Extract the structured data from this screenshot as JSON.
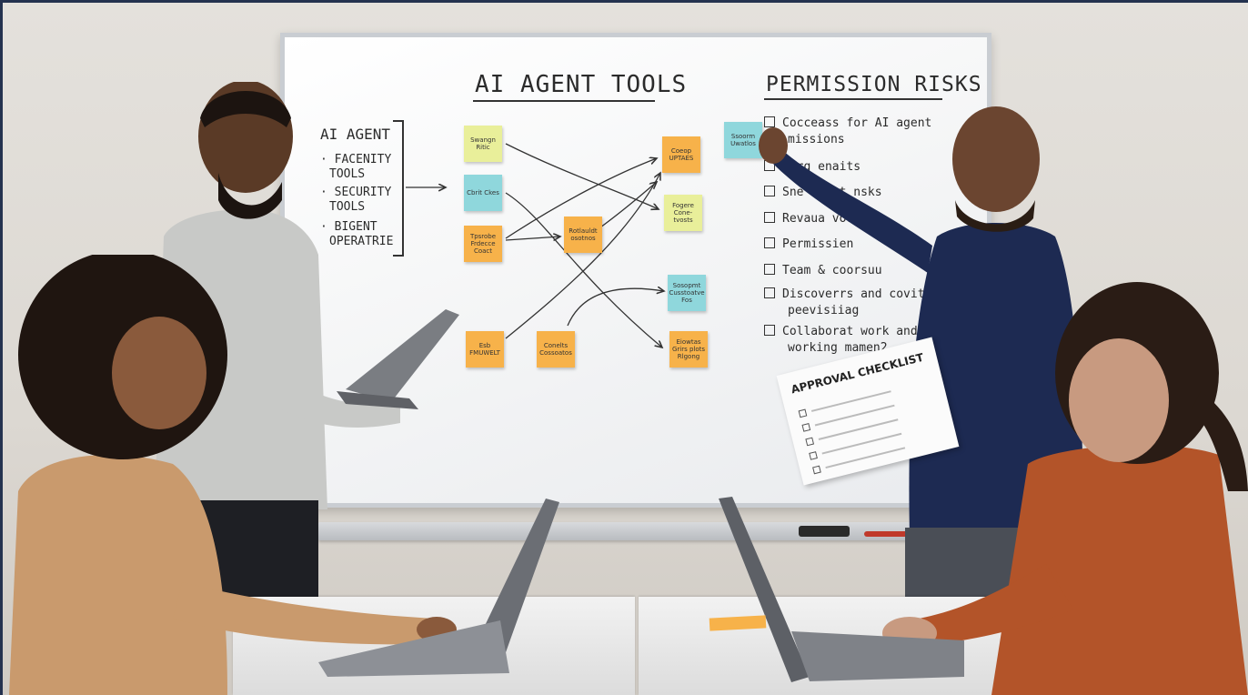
{
  "whiteboard": {
    "title_left": "AI AGENT TOOLS",
    "title_right": "PERMISSION RISKS",
    "agent_block": {
      "heading": "AI AGENT",
      "lines": [
        "· FACENITY",
        "TOOLS",
        "· SECURITY",
        "TOOLS",
        "· BIGENT",
        "OPERATRIE"
      ]
    },
    "sticky_notes": [
      {
        "text": "Swangn Ritic",
        "color": "yellow"
      },
      {
        "text": "Cbrit Ckes",
        "color": "blue"
      },
      {
        "text": "Tpsrobe Frdecce Coact",
        "color": "orange"
      },
      {
        "text": "Esb FMUWELT",
        "color": "orange"
      },
      {
        "text": "Rotlauldt osotnos",
        "color": "orange"
      },
      {
        "text": "Conelts Cossoatos",
        "color": "orange"
      },
      {
        "text": "Coeop UPTAES",
        "color": "orange"
      },
      {
        "text": "Fogere Cone-tvosts",
        "color": "yellow"
      },
      {
        "text": "Sosopmt Cusstoatve Fos",
        "color": "blue"
      },
      {
        "text": "Eiowtas Grirs plots Rlgong",
        "color": "orange"
      },
      {
        "text": "Ssoorm Uwatlos",
        "color": "blue"
      }
    ],
    "checklist": [
      {
        "text": "Cocceass for AI agent",
        "sub": "missions"
      },
      {
        "text": "pirg enaits",
        "sub": ""
      },
      {
        "text": "Sne    reant nsks",
        "sub": ""
      },
      {
        "text": "Revaua        vorns",
        "sub": ""
      },
      {
        "text": "Permissien",
        "sub": ""
      },
      {
        "text": "Team & coorsuu",
        "sub": ""
      },
      {
        "text": "Discoverrs and covits",
        "sub": "peevisiiag"
      },
      {
        "text": "Collaborat work and",
        "sub": "working mamen2"
      }
    ]
  },
  "approval_sheet": {
    "title": "APPROVAL CHECKLIST",
    "item_count": 5
  },
  "colors": {
    "note_yellow": "#e9ef9a",
    "note_blue": "#8fd7dc",
    "note_orange": "#f7b24a"
  }
}
